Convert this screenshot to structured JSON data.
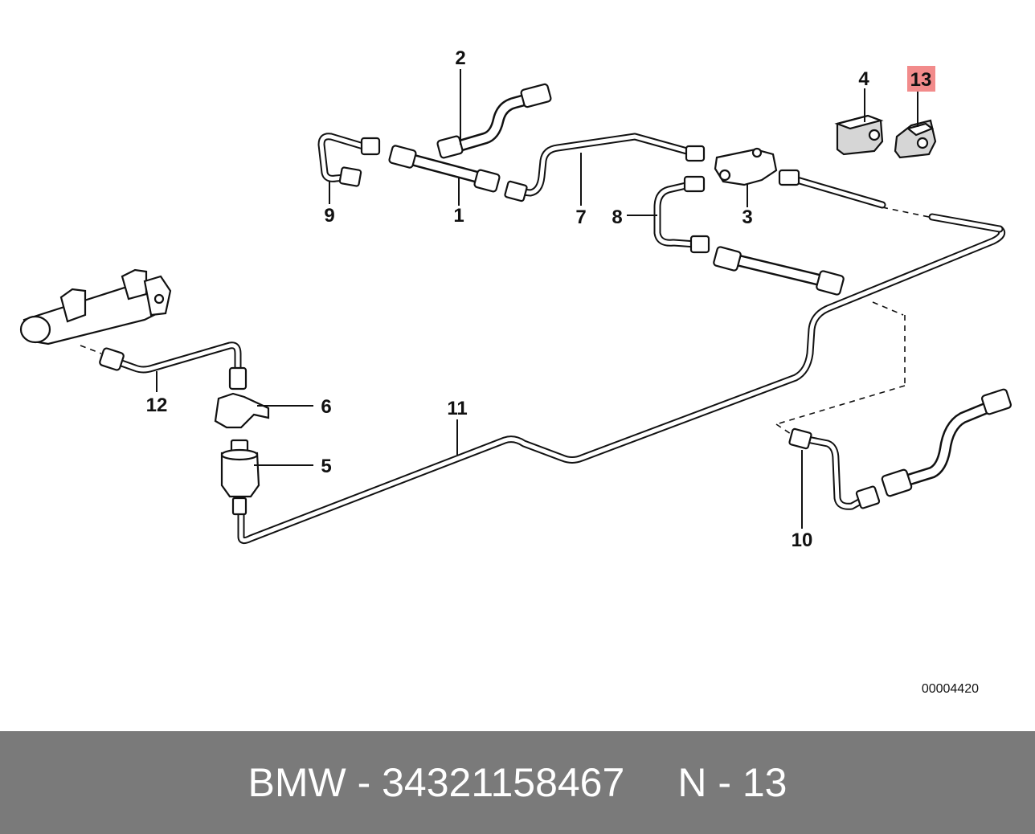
{
  "diagram": {
    "callouts": [
      {
        "id": "2",
        "label": "2"
      },
      {
        "id": "4",
        "label": "4"
      },
      {
        "id": "13",
        "label": "13",
        "highlight_color": "#f28b8b"
      },
      {
        "id": "9",
        "label": "9"
      },
      {
        "id": "1",
        "label": "1"
      },
      {
        "id": "7",
        "label": "7"
      },
      {
        "id": "8",
        "label": "8"
      },
      {
        "id": "3",
        "label": "3"
      },
      {
        "id": "12",
        "label": "12"
      },
      {
        "id": "6",
        "label": "6"
      },
      {
        "id": "11",
        "label": "11"
      },
      {
        "id": "5",
        "label": "5"
      },
      {
        "id": "10",
        "label": "10"
      }
    ],
    "reference_code": "00004420"
  },
  "footer": {
    "brand_part": "BMW - 34321158467",
    "position": "N - 13",
    "background_color": "#7a7a7a"
  }
}
